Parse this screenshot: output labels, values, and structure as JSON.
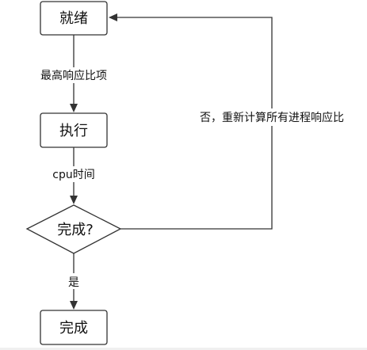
{
  "nodes": {
    "ready": "就绪",
    "execute": "执行",
    "decision": "完成?",
    "done": "完成"
  },
  "edges": {
    "ready_to_execute": "最高响应比项",
    "execute_to_decision": "cpu时间",
    "decision_yes": "是",
    "decision_no": "否，重新计算所有进程响应比"
  },
  "colors": {
    "stroke": "#333333",
    "fill": "#ffffff",
    "text": "#111111"
  }
}
